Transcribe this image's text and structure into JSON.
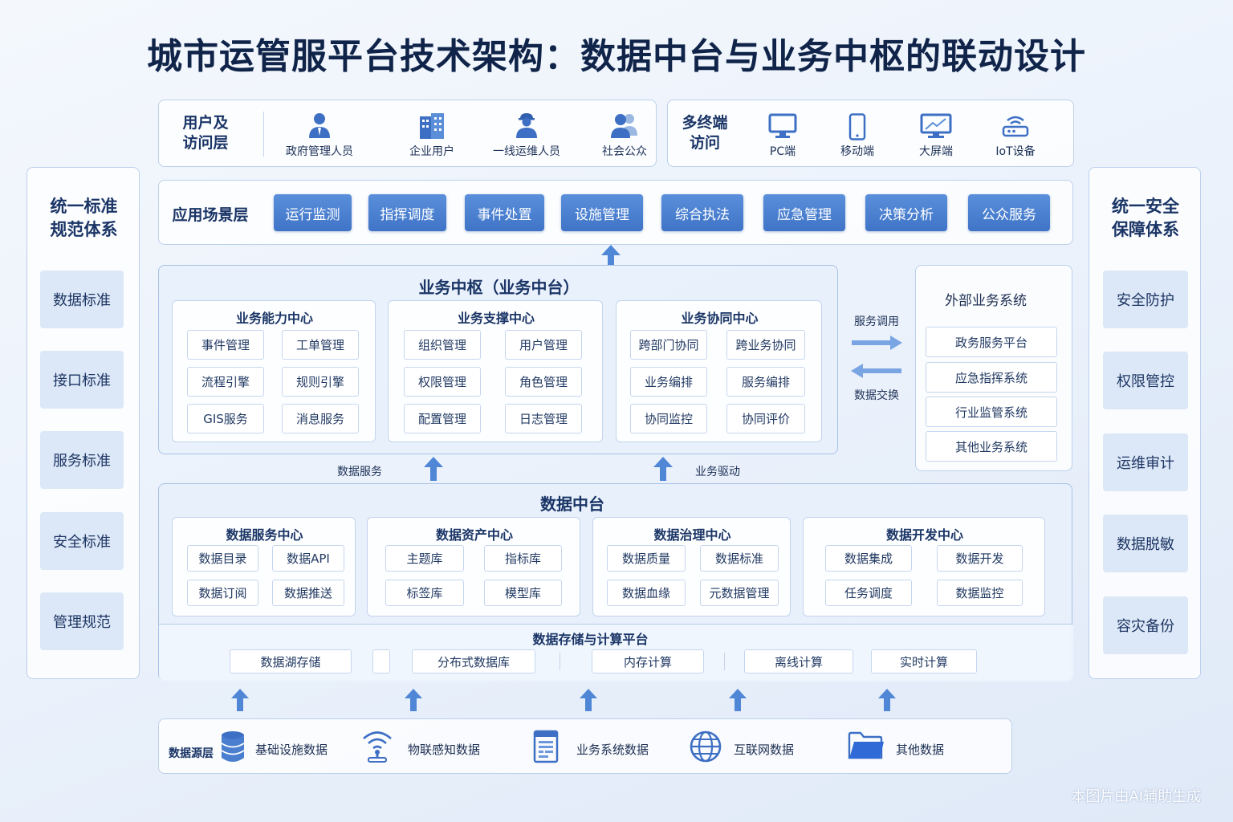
{
  "title": "城市运管服平台技术架构：数据中台与业务中枢的联动设计",
  "users": {
    "label": "用户及\n访问层",
    "items": [
      "政府管理人员",
      "企业用户",
      "一线运维人员",
      "社会公众"
    ]
  },
  "terminals": {
    "label": "多终端\n访问",
    "items": [
      "PC端",
      "移动端",
      "大屏端",
      "IoT设备"
    ]
  },
  "app_layer": {
    "label": "应用场景层",
    "items": [
      "运行监测",
      "指挥调度",
      "事件处置",
      "设施管理",
      "综合执法",
      "应急管理",
      "决策分析",
      "公众服务"
    ]
  },
  "left_side": {
    "title": "统一标准\n规范体系",
    "items": [
      "数据标准",
      "接口标准",
      "服务标准",
      "安全标准",
      "管理规范"
    ]
  },
  "right_side": {
    "title": "统一安全\n保障体系",
    "items": [
      "安全防护",
      "权限管控",
      "运维审计",
      "数据脱敏",
      "容灾备份"
    ]
  },
  "biz_hub": {
    "title": "业务中枢（业务中台）",
    "groups": [
      {
        "title": "业务能力中心",
        "items": [
          "事件管理",
          "工单管理",
          "流程引擎",
          "规则引擎",
          "GIS服务",
          "消息服务"
        ]
      },
      {
        "title": "业务支撑中心",
        "items": [
          "组织管理",
          "用户管理",
          "权限管理",
          "角色管理",
          "配置管理",
          "日志管理"
        ]
      },
      {
        "title": "业务协同中心",
        "items": [
          "跨部门协同",
          "跨业务协同",
          "业务编排",
          "服务编排",
          "协同监控",
          "协同评价"
        ]
      }
    ]
  },
  "exchange": {
    "top": "服务调用",
    "bottom": "数据交换"
  },
  "external": {
    "title": "外部业务系统",
    "items": [
      "政务服务平台",
      "应急指挥系统",
      "行业监管系统",
      "其他业务系统"
    ]
  },
  "mid_labels": {
    "left": "数据服务",
    "right": "业务驱动"
  },
  "data_hub": {
    "title": "数据中台",
    "groups": [
      {
        "title": "数据服务中心",
        "items": [
          "数据目录",
          "数据API",
          "数据订阅",
          "数据推送"
        ]
      },
      {
        "title": "数据资产中心",
        "items": [
          "主题库",
          "指标库",
          "标签库",
          "模型库"
        ]
      },
      {
        "title": "数据治理中心",
        "items": [
          "数据质量",
          "数据标准",
          "数据血缘",
          "元数据管理"
        ]
      },
      {
        "title": "数据开发中心",
        "items": [
          "数据集成",
          "数据开发",
          "任务调度",
          "数据监控"
        ]
      }
    ]
  },
  "storage": {
    "title": "数据存储与计算平台",
    "items": [
      "数据湖存储",
      "分布式数据库",
      "内存计算",
      "离线计算",
      "实时计算"
    ]
  },
  "sources": {
    "label": "数据源层",
    "items": [
      "基础设施数据",
      "物联感知数据",
      "业务系统数据",
      "互联网数据",
      "其他数据"
    ]
  },
  "watermark": "本图片由AI辅助生成",
  "colors": {
    "accent": "#3f74c7",
    "arrow": "#4f86d6",
    "title": "#10244a"
  }
}
